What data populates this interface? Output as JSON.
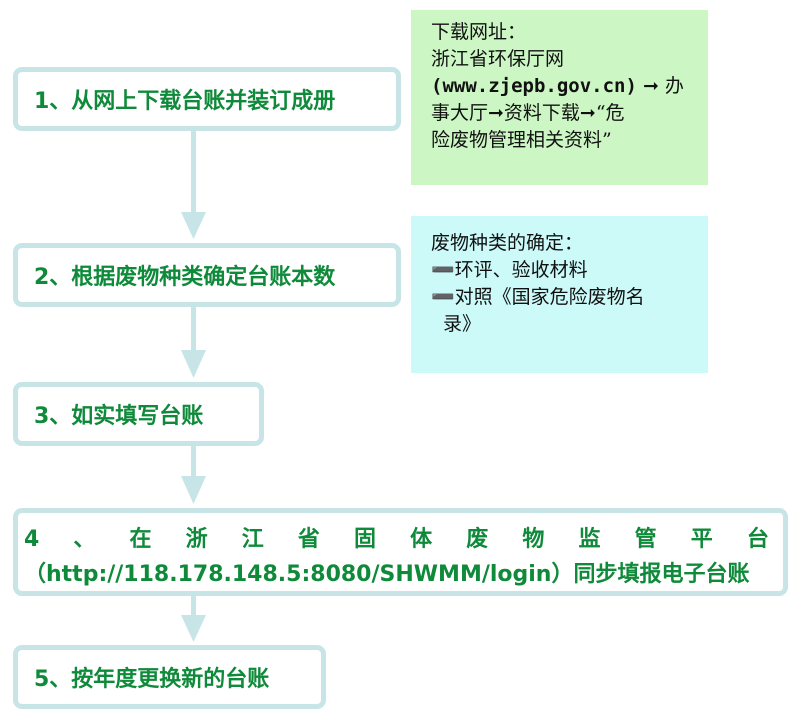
{
  "steps": {
    "s1": "1、从网上下载台账并装订成册",
    "s2": "2、根据废物种类确定台账本数",
    "s3": "3、如实填写台账",
    "s4_line1": [
      "4",
      "、",
      "在",
      "浙",
      "江",
      "省",
      "固",
      "体",
      "废",
      "物",
      "监",
      "管",
      "平",
      "台"
    ],
    "s4_line2": "（http://118.178.148.5:8080/SHWMM/login）同步填报电子台账",
    "s5": "5、按年度更换新的台账"
  },
  "notes": {
    "download": {
      "title": "下载网址：",
      "line1": "浙江省环保厅网",
      "url": "(www.zjepb.gov.cn)",
      "line2_tail": " ➞ 办",
      "line3": "事大厅➞资料下载➞“危",
      "line4": "险废物管理相关资料”"
    },
    "types": {
      "title": "废物种类的确定：",
      "item1": "➖环评、验收材料",
      "item2": "➖对照《国家危险废物名",
      "item2_cont": "录》"
    }
  },
  "colors": {
    "step_text": "#0f8a3a",
    "step_border": "#c7e5e6",
    "note1_bg": "#ccf7c4",
    "note2_bg": "#ccfaf9",
    "arrow": "#c7e5e6"
  }
}
